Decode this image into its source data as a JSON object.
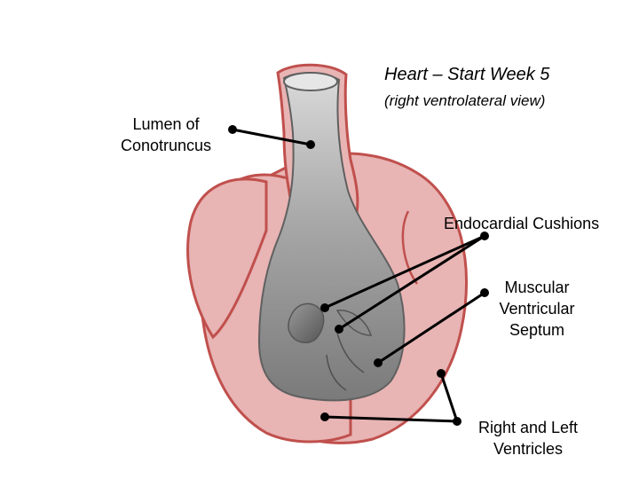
{
  "title": "Heart – Start Week 5",
  "subtitle": "(right ventrolateral view)",
  "labels": {
    "lumen": [
      "Lumen of",
      "Conotruncus"
    ],
    "endocardial": [
      "Endocardial Cushions"
    ],
    "septum": [
      "Muscular",
      "Ventricular",
      "Septum"
    ],
    "ventricles": [
      "Right and Left",
      "Ventricles"
    ]
  },
  "colors": {
    "tissue_fill": "#e8b4b4",
    "tissue_stroke": "#c0504d",
    "lumen_light": "#d6d6d6",
    "lumen_dark": "#7f7f7f",
    "leader_line": "#000000"
  }
}
